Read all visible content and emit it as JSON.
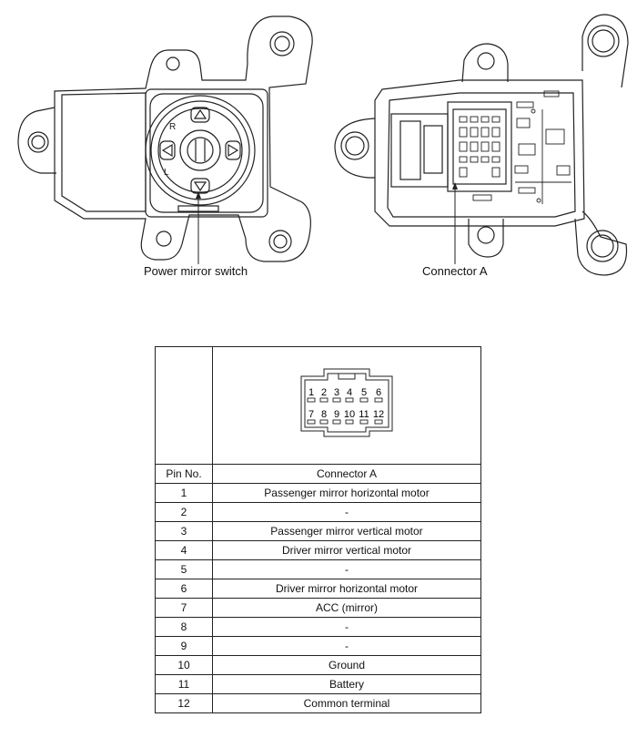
{
  "labels": {
    "switch": "Power mirror switch",
    "connector": "Connector A"
  },
  "connector_pins": {
    "row1": [
      "1",
      "2",
      "3",
      "4",
      "5",
      "6"
    ],
    "row2": [
      "7",
      "8",
      "9",
      "10",
      "11",
      "12"
    ]
  },
  "table": {
    "headers": [
      "Pin No.",
      "Connector A"
    ],
    "rows": [
      {
        "pin": "1",
        "desc": "Passenger mirror horizontal motor"
      },
      {
        "pin": "2",
        "desc": "-"
      },
      {
        "pin": "3",
        "desc": "Passenger mirror vertical motor"
      },
      {
        "pin": "4",
        "desc": "Driver mirror vertical motor"
      },
      {
        "pin": "5",
        "desc": "-"
      },
      {
        "pin": "6",
        "desc": "Driver mirror horizontal motor"
      },
      {
        "pin": "7",
        "desc": "ACC (mirror)"
      },
      {
        "pin": "8",
        "desc": "-"
      },
      {
        "pin": "9",
        "desc": "-"
      },
      {
        "pin": "10",
        "desc": "Ground"
      },
      {
        "pin": "11",
        "desc": "Battery"
      },
      {
        "pin": "12",
        "desc": "Common terminal"
      }
    ]
  }
}
